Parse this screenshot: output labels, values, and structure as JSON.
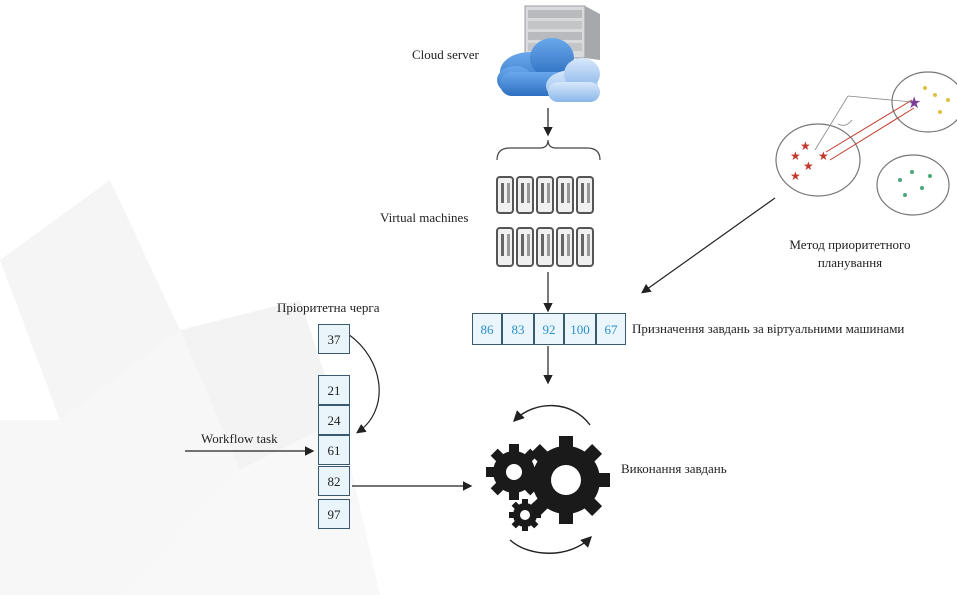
{
  "labels": {
    "cloud_server": "Cloud server",
    "virtual_machines": "Virtual machines",
    "priority_method": "Метод приоритетного\nпланування",
    "priority_queue": "Пріоритетна черга",
    "vm_assignment": "Призначення завдань за віртуальними машинами",
    "workflow_task": "Workflow task",
    "execution": "Виконання завдань"
  },
  "priority_queue": {
    "top": "37",
    "items": [
      "21",
      "24",
      "61",
      "82",
      "97"
    ]
  },
  "assignment_row": [
    "86",
    "83",
    "92",
    "100",
    "67"
  ],
  "colors": {
    "cloud": "#3a7fd0",
    "cell_border": "#3a5a70",
    "cell_fill": "#eaf5fb",
    "number_blue": "#2a8fc9",
    "gear": "#1a1a1a",
    "star_red": "#c0392b",
    "star_purple": "#7d3c98",
    "dot_green": "#4aa77a",
    "dot_yellow": "#e0c040"
  },
  "icons": [
    "server-rack-icon",
    "cloud-icon",
    "vm-icon",
    "gear-icon",
    "cycle-arrow-icon",
    "clustering-illustration"
  ]
}
